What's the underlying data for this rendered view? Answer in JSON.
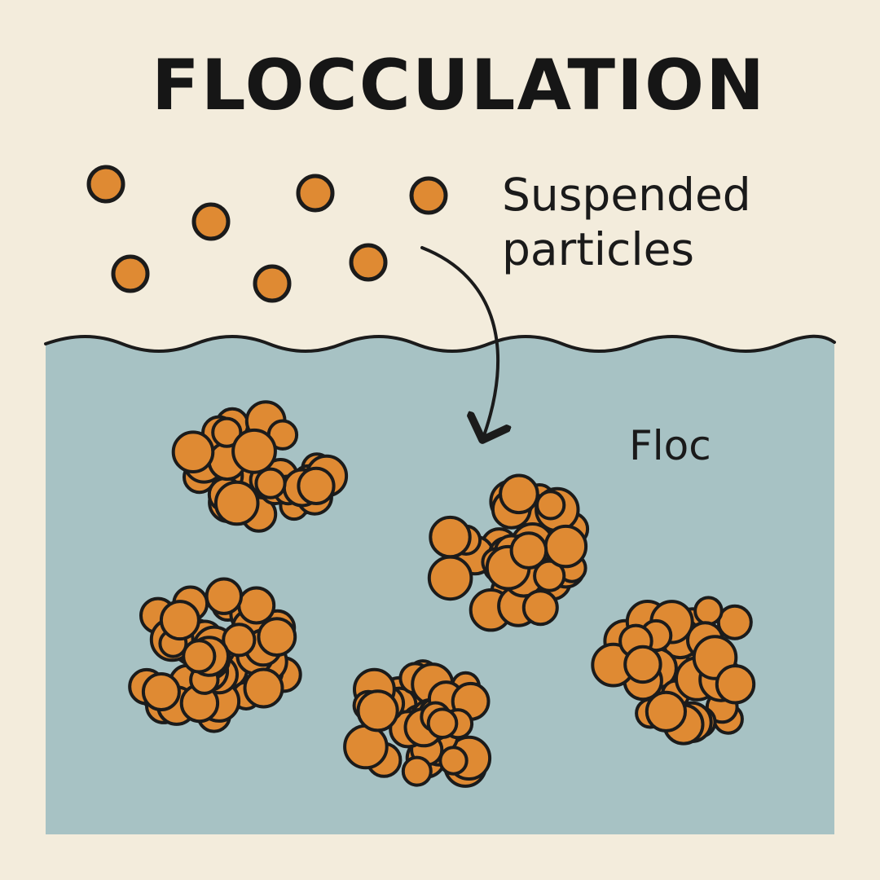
{
  "title": "FLOCCULATION",
  "labels": {
    "suspended_line1": "Suspended",
    "suspended_line2": "particles",
    "floc": "Floc"
  },
  "colors": {
    "background": "#f3ecdc",
    "water": "#a7c2c4",
    "particle_fill": "#df8a33",
    "outline": "#1b1b1b"
  },
  "icons": {
    "arrow": "curved-arrow-icon"
  }
}
